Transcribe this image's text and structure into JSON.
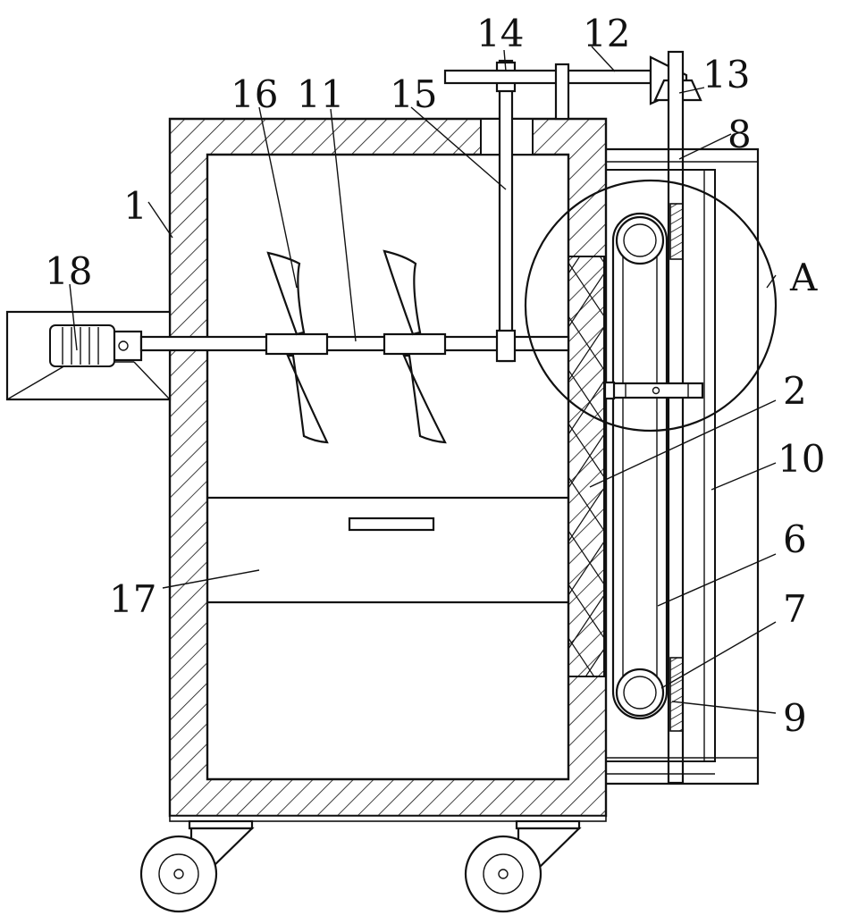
{
  "figure": {
    "labels": [
      {
        "id": "part-1",
        "text": "1"
      },
      {
        "id": "part-2",
        "text": "2"
      },
      {
        "id": "part-6",
        "text": "6"
      },
      {
        "id": "part-7",
        "text": "7"
      },
      {
        "id": "part-8",
        "text": "8"
      },
      {
        "id": "part-9",
        "text": "9"
      },
      {
        "id": "part-10",
        "text": "10"
      },
      {
        "id": "part-11",
        "text": "11"
      },
      {
        "id": "part-12",
        "text": "12"
      },
      {
        "id": "part-13",
        "text": "13"
      },
      {
        "id": "part-14",
        "text": "14"
      },
      {
        "id": "part-15",
        "text": "15"
      },
      {
        "id": "part-16",
        "text": "16"
      },
      {
        "id": "part-17",
        "text": "17"
      },
      {
        "id": "part-18",
        "text": "18"
      },
      {
        "id": "detail-A",
        "text": "A"
      }
    ]
  }
}
